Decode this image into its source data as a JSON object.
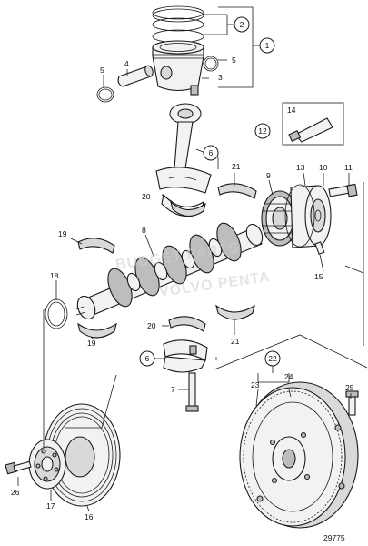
{
  "diagram": {
    "labels": {
      "l1": "1",
      "l2": "2",
      "l3": "3",
      "l4": "4",
      "l5a": "5",
      "l5b": "5",
      "l6a": "6",
      "l6b": "6",
      "l7": "7",
      "l8": "8",
      "l9": "9",
      "l10": "10",
      "l11": "11",
      "l12": "12",
      "l13": "13",
      "l14": "14",
      "l15": "15",
      "l16": "16",
      "l17": "17",
      "l18": "18",
      "l19a": "19",
      "l19b": "19",
      "l20a": "20",
      "l20b": "20",
      "l21a": "21",
      "l21b": "21",
      "l22": "22",
      "l23": "23",
      "l24": "24",
      "l25": "25",
      "l26": "26"
    },
    "watermark_line1": "BUDGET PARTS",
    "watermark_line2": "VOLVO PENTA",
    "figure_number": "29775"
  }
}
